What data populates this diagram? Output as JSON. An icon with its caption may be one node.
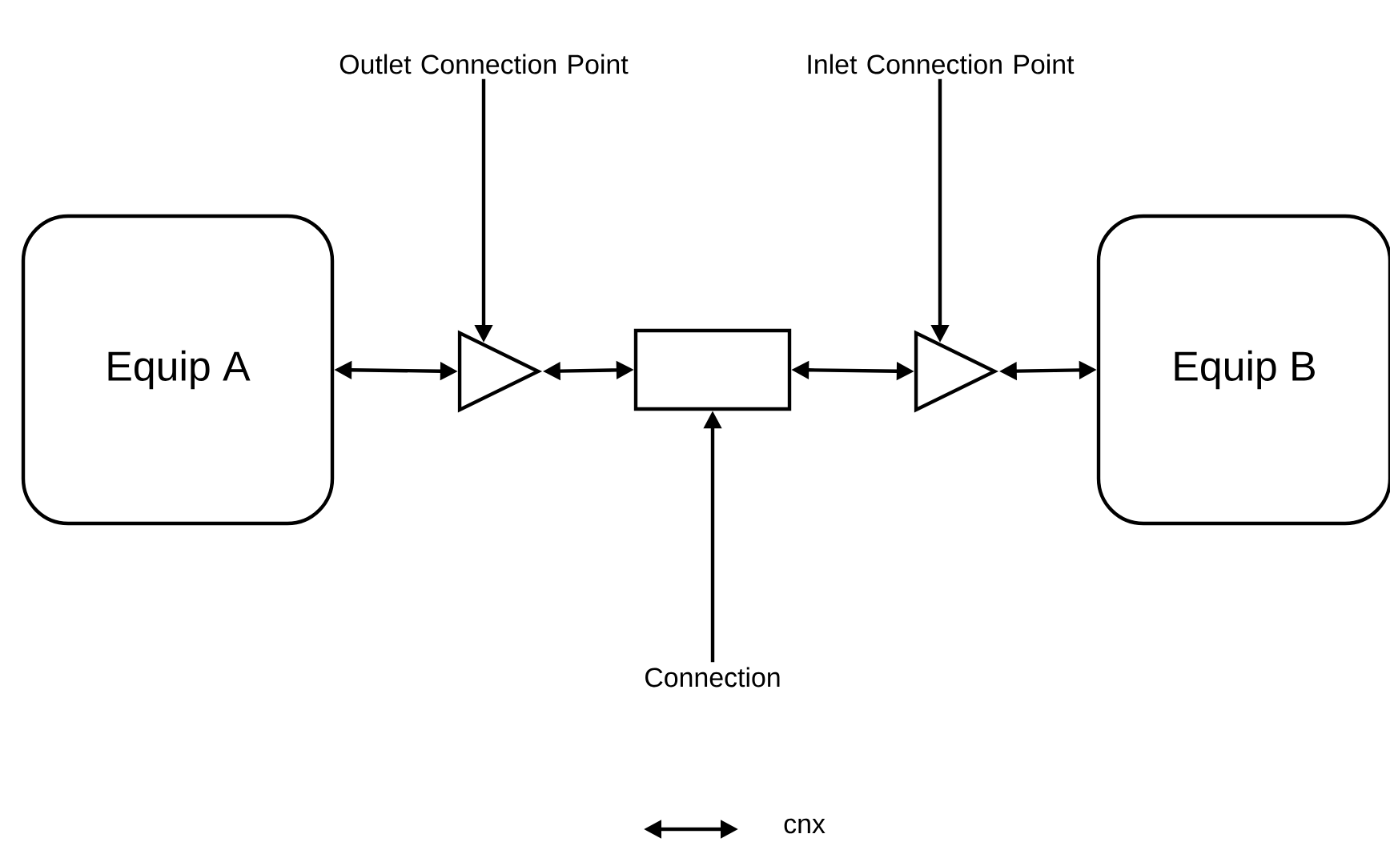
{
  "diagram": {
    "nodes": [
      {
        "text": [
          "Equip A"
        ]
      },
      {
        "text": [],
        "shape": "triangle"
      },
      {
        "text": [],
        "shape": "box"
      },
      {
        "text": [],
        "shape": "triangle"
      },
      {
        "text": [
          "Equip B"
        ]
      },
      {
        "text": [
          "Outlet Connection Point"
        ]
      },
      {
        "text": [
          "Inlet Connection Point"
        ]
      },
      {
        "text": [
          "Connection"
        ]
      }
    ],
    "edges": [
      {
        "from": 0,
        "to": 1,
        "arrow": "both"
      },
      {
        "from": 1,
        "to": 2,
        "arrow": "both"
      },
      {
        "from": 2,
        "to": 3,
        "arrow": "both"
      },
      {
        "from": 3,
        "to": 4,
        "arrow": "both"
      },
      {
        "from": 5,
        "to": 1,
        "arrow": "to"
      },
      {
        "from": 6,
        "to": 3,
        "arrow": "to"
      },
      {
        "from": 7,
        "to": 2,
        "arrow": "to"
      }
    ],
    "legend": [
      {
        "text": "cnx"
      }
    ]
  }
}
